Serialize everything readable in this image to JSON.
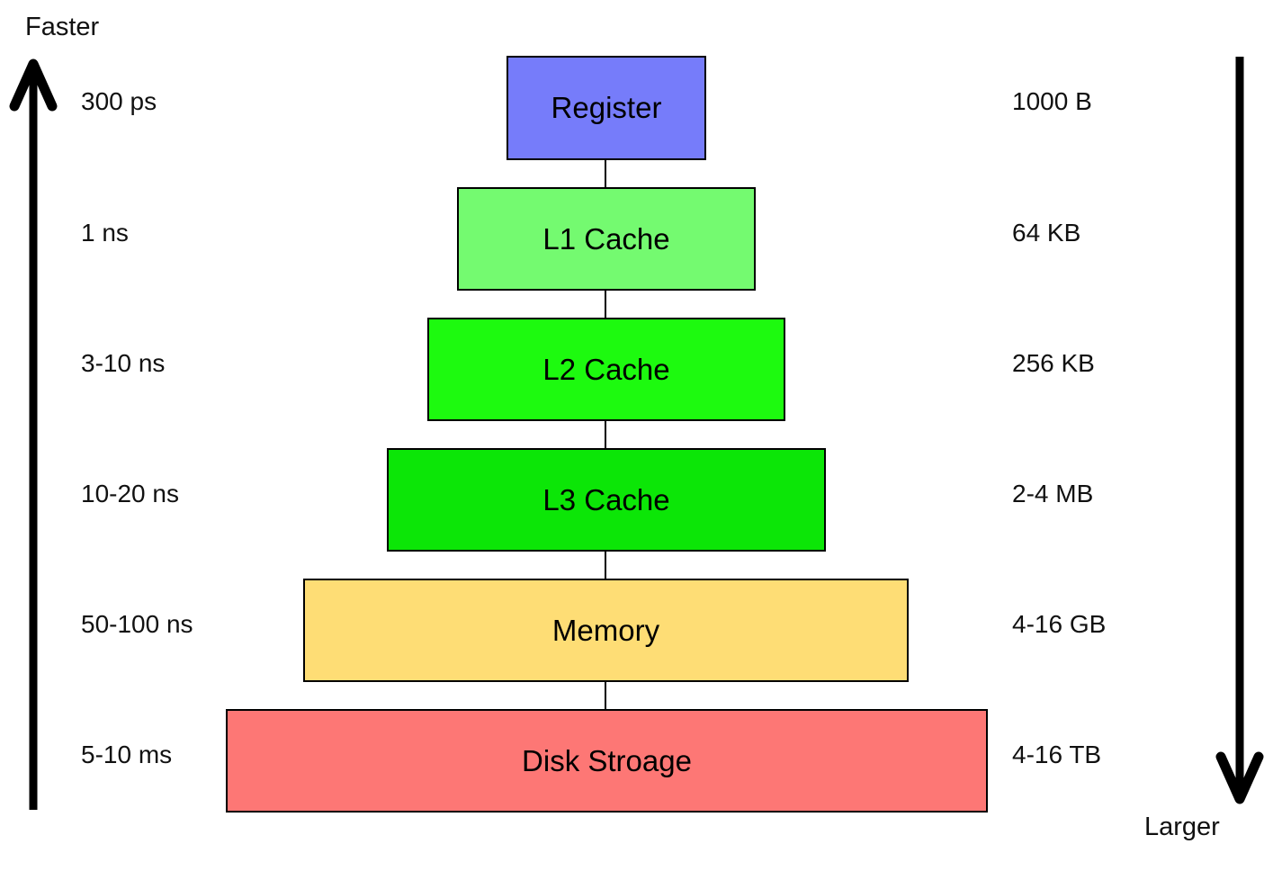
{
  "diagram": {
    "type": "memory-hierarchy",
    "left_axis": {
      "label": "Faster",
      "direction": "up",
      "arrow_color": "#000000"
    },
    "right_axis": {
      "label": "Larger",
      "direction": "down",
      "arrow_color": "#000000"
    },
    "levels": [
      {
        "name": "Register",
        "speed": "300 ps",
        "size": "1000 B",
        "color": "#767CFA"
      },
      {
        "name": "L1 Cache",
        "speed": "1 ns",
        "size": "64 KB",
        "color": "#74FA70"
      },
      {
        "name": "L2 Cache",
        "speed": "3-10 ns",
        "size": "256 KB",
        "color": "#1DFA0F"
      },
      {
        "name": "L3 Cache",
        "speed": "10-20 ns",
        "size": "2-4 MB",
        "color": "#0CE607"
      },
      {
        "name": "Memory",
        "speed": "50-100 ns",
        "size": "4-16 GB",
        "color": "#FEDD75"
      },
      {
        "name": "Disk Stroage",
        "speed": "5-10 ms",
        "size": "4-16 TB",
        "color": "#FD7775"
      }
    ]
  }
}
